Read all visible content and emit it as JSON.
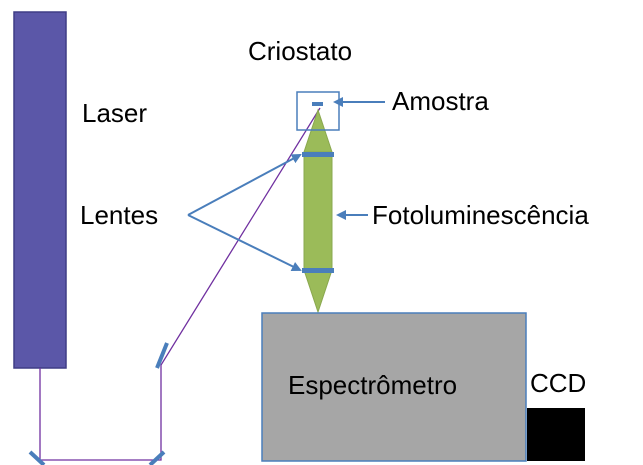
{
  "labels": {
    "laser": "Laser",
    "criostato": "Criostato",
    "amostra": "Amostra",
    "lentes": "Lentes",
    "fotoluminescencia": "Fotoluminescência",
    "espectrometro": "Espectrômetro",
    "ccd": "CCD"
  },
  "colors": {
    "laser": "#5b57a8",
    "laser_path": "#7030a0",
    "lens_and_mirror": "#4a7ebb",
    "photoluminescence": "#9bbb59",
    "spectrometer": "#a6a6a6",
    "ccd": "#000000",
    "arrow": "#4a7ebb"
  }
}
